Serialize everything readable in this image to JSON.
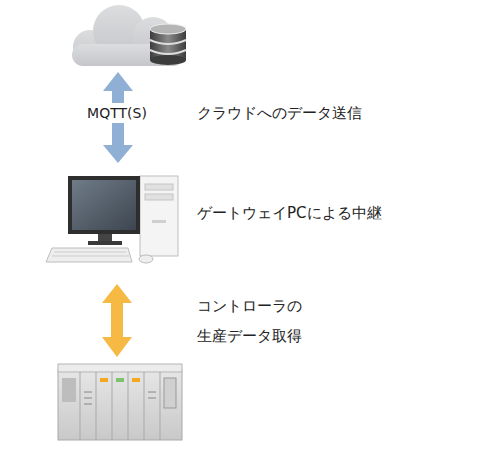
{
  "diagram": {
    "labels": [
      "MQTT(S)",
      "クラウドへのデータ送信",
      "ゲートウェイPCによる中継",
      "コントローラの 生産データ取得"
    ]
  }
}
